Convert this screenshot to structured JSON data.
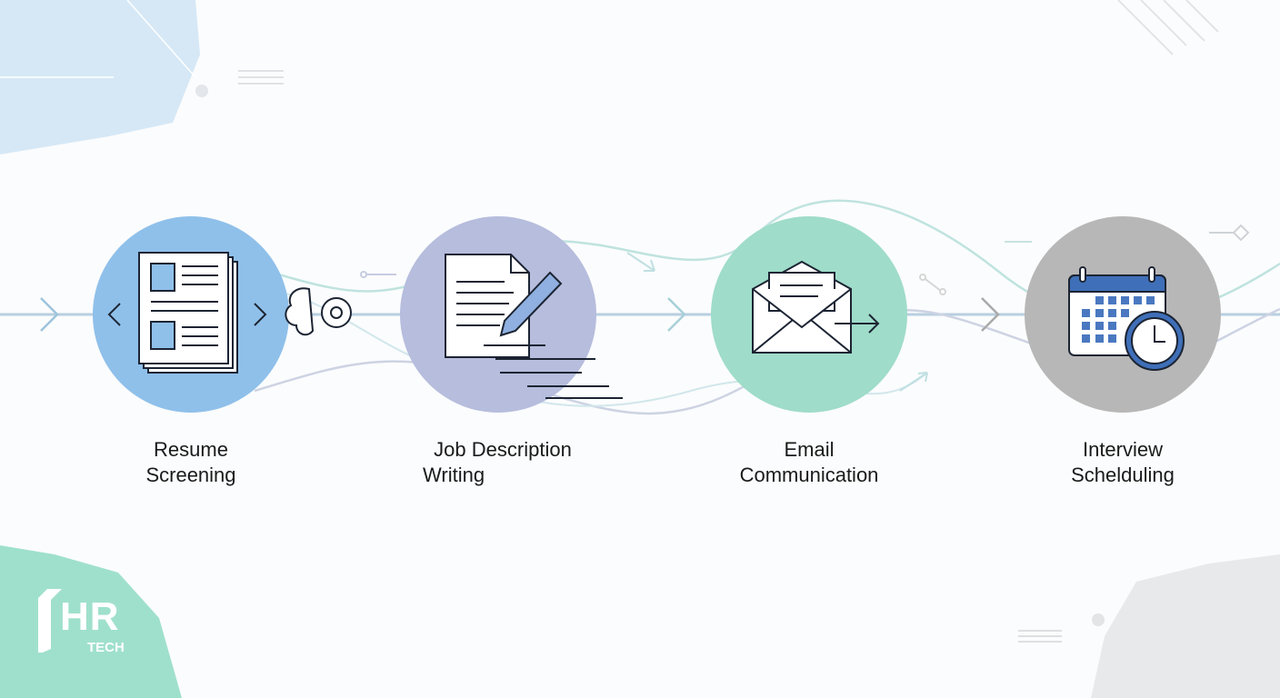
{
  "steps": [
    {
      "line1": "Resume",
      "line2": "Screening",
      "icon": "resume-brain-icon",
      "color": "#8fc0ea"
    },
    {
      "line1": "Job Description",
      "line2": "Writing",
      "icon": "document-pen-icon",
      "color": "#b6bddd"
    },
    {
      "line1": "Email",
      "line2": "Communication",
      "icon": "envelope-icon",
      "color": "#9fdcc9"
    },
    {
      "line1": "Interview",
      "line2": "Schelduling",
      "icon": "calendar-clock-icon",
      "color": "#b7b7b7"
    }
  ],
  "logo": {
    "main": "HR",
    "sub": "TECH"
  }
}
